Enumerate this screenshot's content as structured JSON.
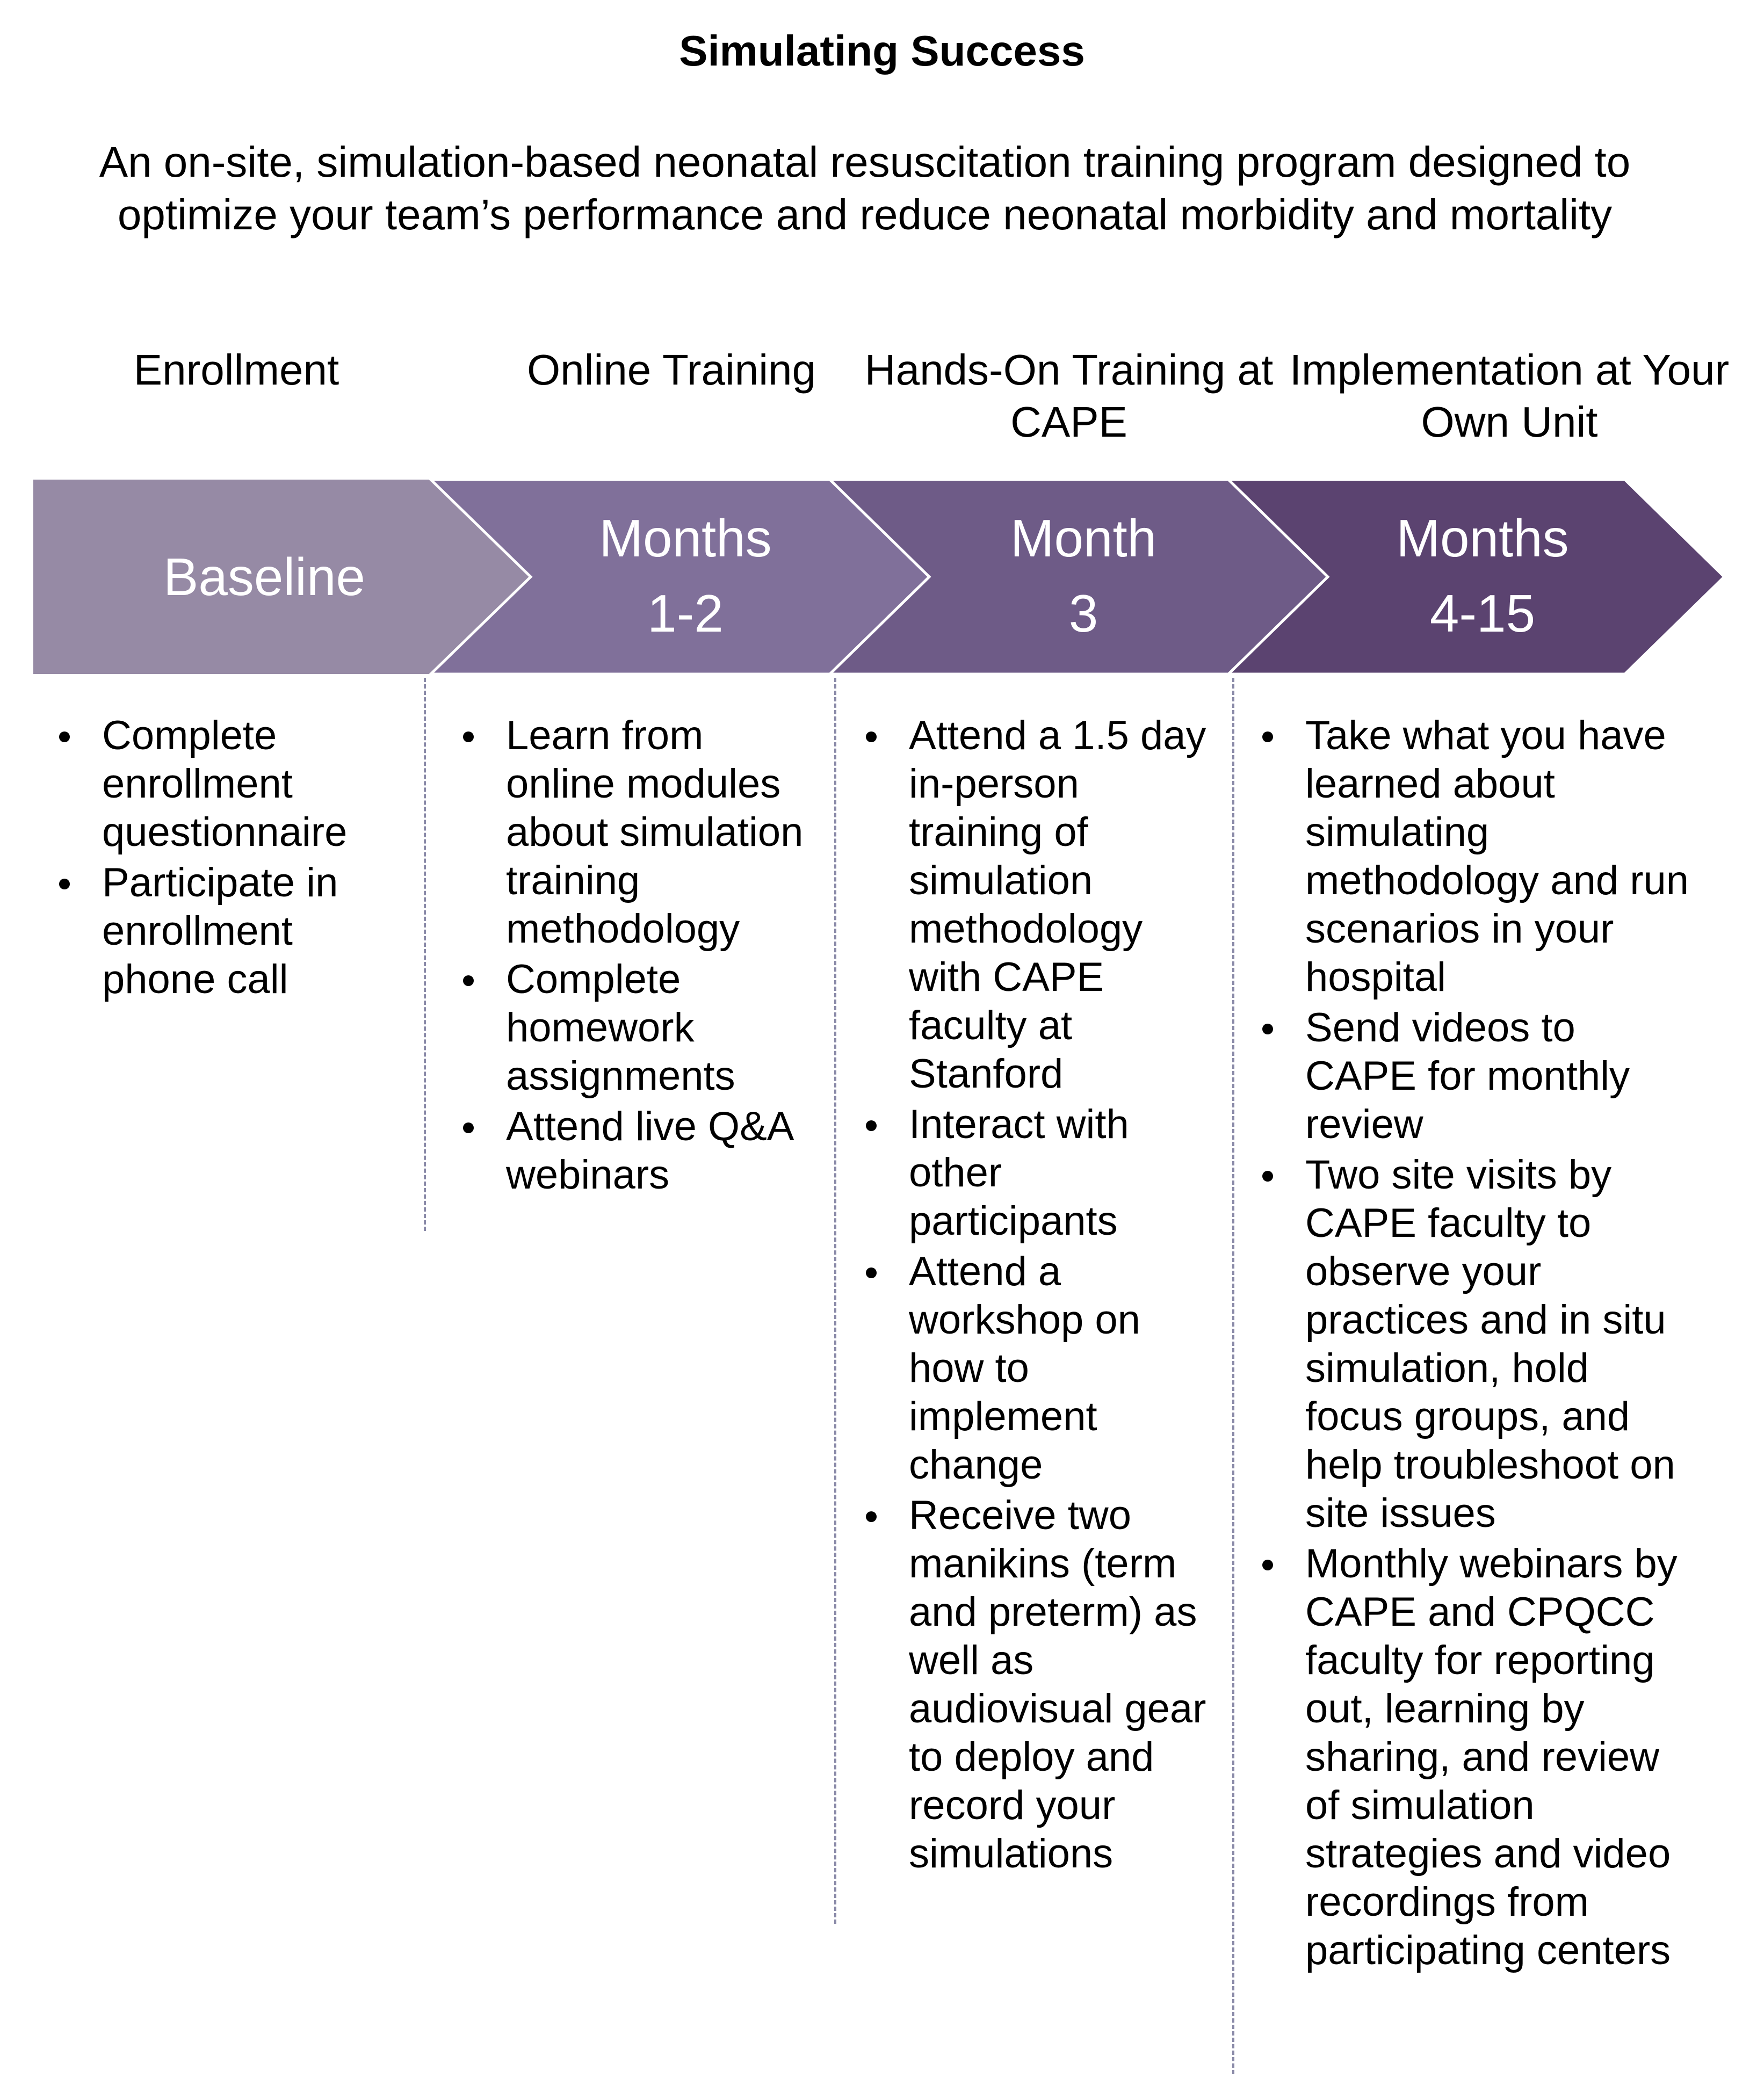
{
  "title": "Simulating Success",
  "subtitle": "An on-site, simulation-based neonatal resuscitation training program designed to optimize your team’s performance and reduce neonatal morbidity and mortality",
  "colors": {
    "stage_1": "#968aa5",
    "stage_2": "#80709a",
    "stage_3": "#6e5b87",
    "stage_4": "#5b4370",
    "divider": "#8a8aa8"
  },
  "phases": [
    {
      "label": "Enrollment",
      "stage_lines": [
        "Baseline"
      ],
      "items": [
        "Complete enrollment questionnaire",
        "Participate in enrollment phone call"
      ]
    },
    {
      "label": "Online Training",
      "stage_lines": [
        "Months",
        "1-2"
      ],
      "items": [
        "Learn from online modules about simulation training methodology",
        "Complete homework assignments",
        "Attend live Q&A webinars"
      ]
    },
    {
      "label": "Hands-On Training at CAPE",
      "stage_lines": [
        "Month",
        "3"
      ],
      "items": [
        "Attend a 1.5 day in-person training of simulation methodology with CAPE faculty at Stanford",
        "Interact with other participants",
        "Attend a workshop on how to implement change",
        "Receive two manikins (term and preterm) as well as audiovisual gear to deploy and record your simulations"
      ]
    },
    {
      "label": "Implementation at Your Own Unit",
      "stage_lines": [
        "Months",
        "4-15"
      ],
      "items": [
        "Take what you have learned about simulating methodology and run scenarios in your hospital",
        "Send videos to CAPE for monthly review",
        "Two site visits by CAPE faculty to observe your practices and in situ simulation, hold focus groups, and help troubleshoot on site issues",
        "Monthly webinars by CAPE and CPQCC faculty for reporting out, learning by sharing, and review of simulation strategies and video recordings from participating centers"
      ]
    }
  ]
}
